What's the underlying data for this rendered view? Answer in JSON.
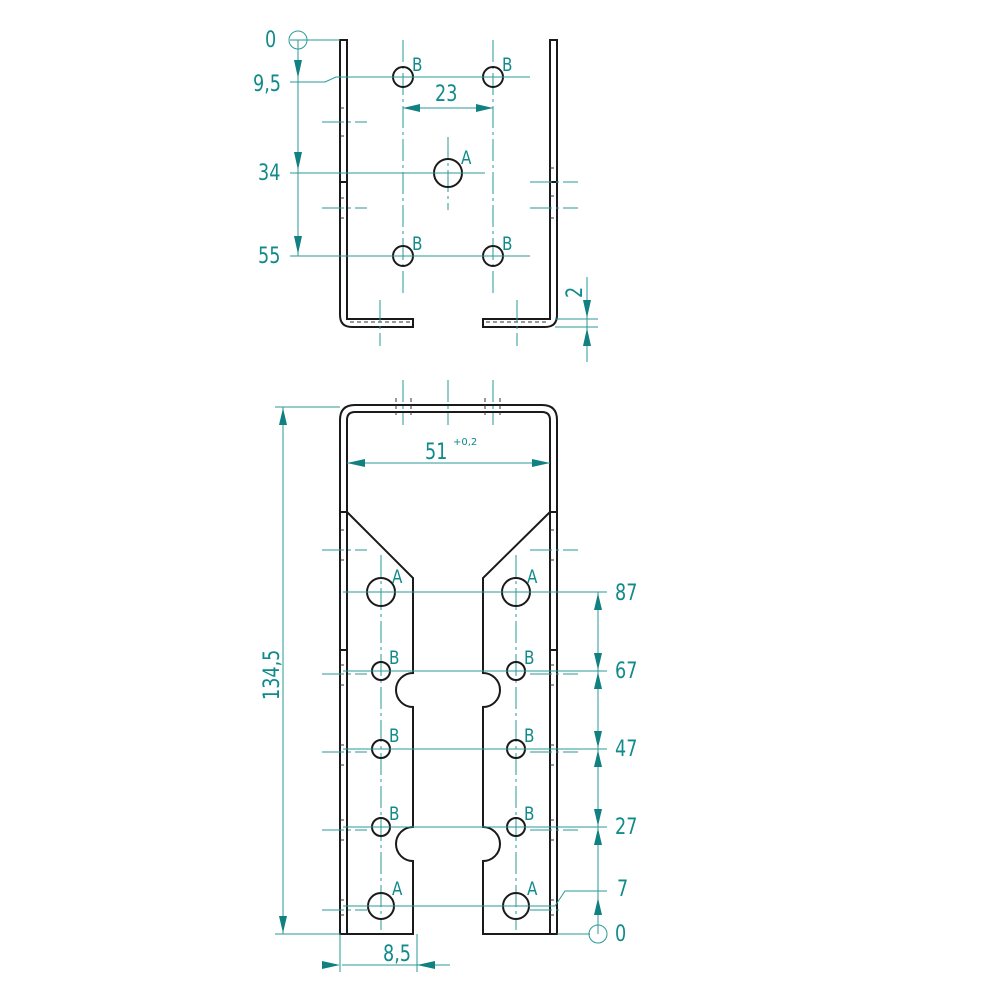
{
  "top_view": {
    "dims": {
      "origin": "0",
      "d1": "9,5",
      "d2": "34",
      "d3": "55",
      "spacing": "23",
      "thickness": "2"
    },
    "hole_labels": [
      "B",
      "B",
      "A",
      "B",
      "B"
    ]
  },
  "bottom_view": {
    "dims": {
      "height": "134,5",
      "width": "51",
      "tolerance": "+0,2",
      "edge": "8,5",
      "y_labels": [
        "87",
        "67",
        "47",
        "27",
        "7",
        "0"
      ]
    },
    "hole_labels": [
      "A",
      "A",
      "B",
      "B",
      "B",
      "B",
      "B",
      "B",
      "A",
      "A"
    ]
  },
  "colors": {
    "outline": "#1a1a1a",
    "dimension": "#108a8a"
  }
}
